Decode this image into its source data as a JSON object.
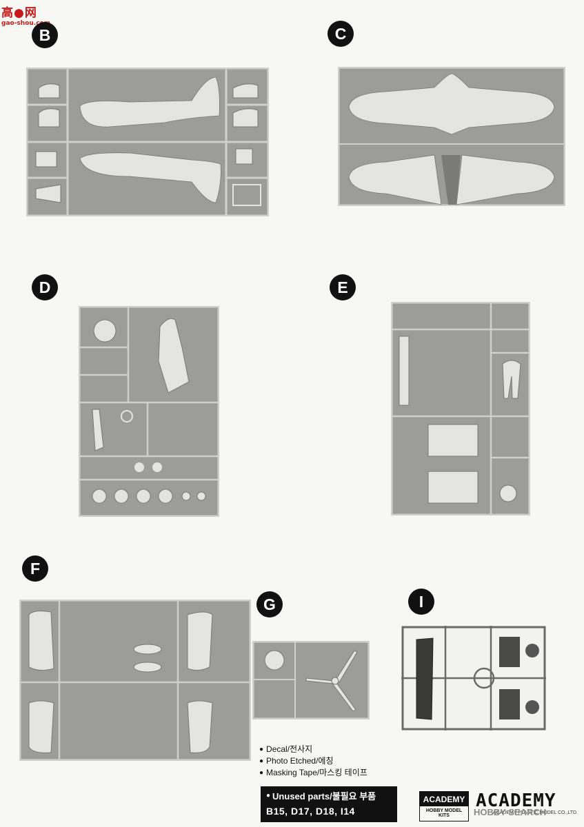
{
  "watermark": {
    "top": "高●网",
    "bottom": "gao-shou.com"
  },
  "sprues": [
    {
      "id": "b",
      "label": "B"
    },
    {
      "id": "c",
      "label": "C"
    },
    {
      "id": "d",
      "label": "D"
    },
    {
      "id": "e",
      "label": "E"
    },
    {
      "id": "f",
      "label": "F"
    },
    {
      "id": "g",
      "label": "G"
    },
    {
      "id": "i",
      "label": "I"
    }
  ],
  "legend": {
    "items": [
      "Decal/전사지",
      "Photo Etched/에칭",
      "Masking Tape/마스킹 테이프"
    ],
    "bullet": "●"
  },
  "unused": {
    "title": "Unused parts/불필요 부품",
    "parts": "B15, D17, D18, I14"
  },
  "brand": {
    "badge_top": "ACADEMY",
    "badge_bottom": "HOBBY MODEL KITS",
    "logo": "ACADEMY",
    "logo_sub": "ACADEMY PLASTIC MODEL CO.,LTD.",
    "overlay": "HOBBY SEARCH"
  },
  "colors": {
    "plastic": "#9c9c98",
    "sprue_frame": "#cfcfcb",
    "part": "#e4e4e0",
    "frame_dark": "#5e5e5a",
    "label_bg": "#111111"
  }
}
